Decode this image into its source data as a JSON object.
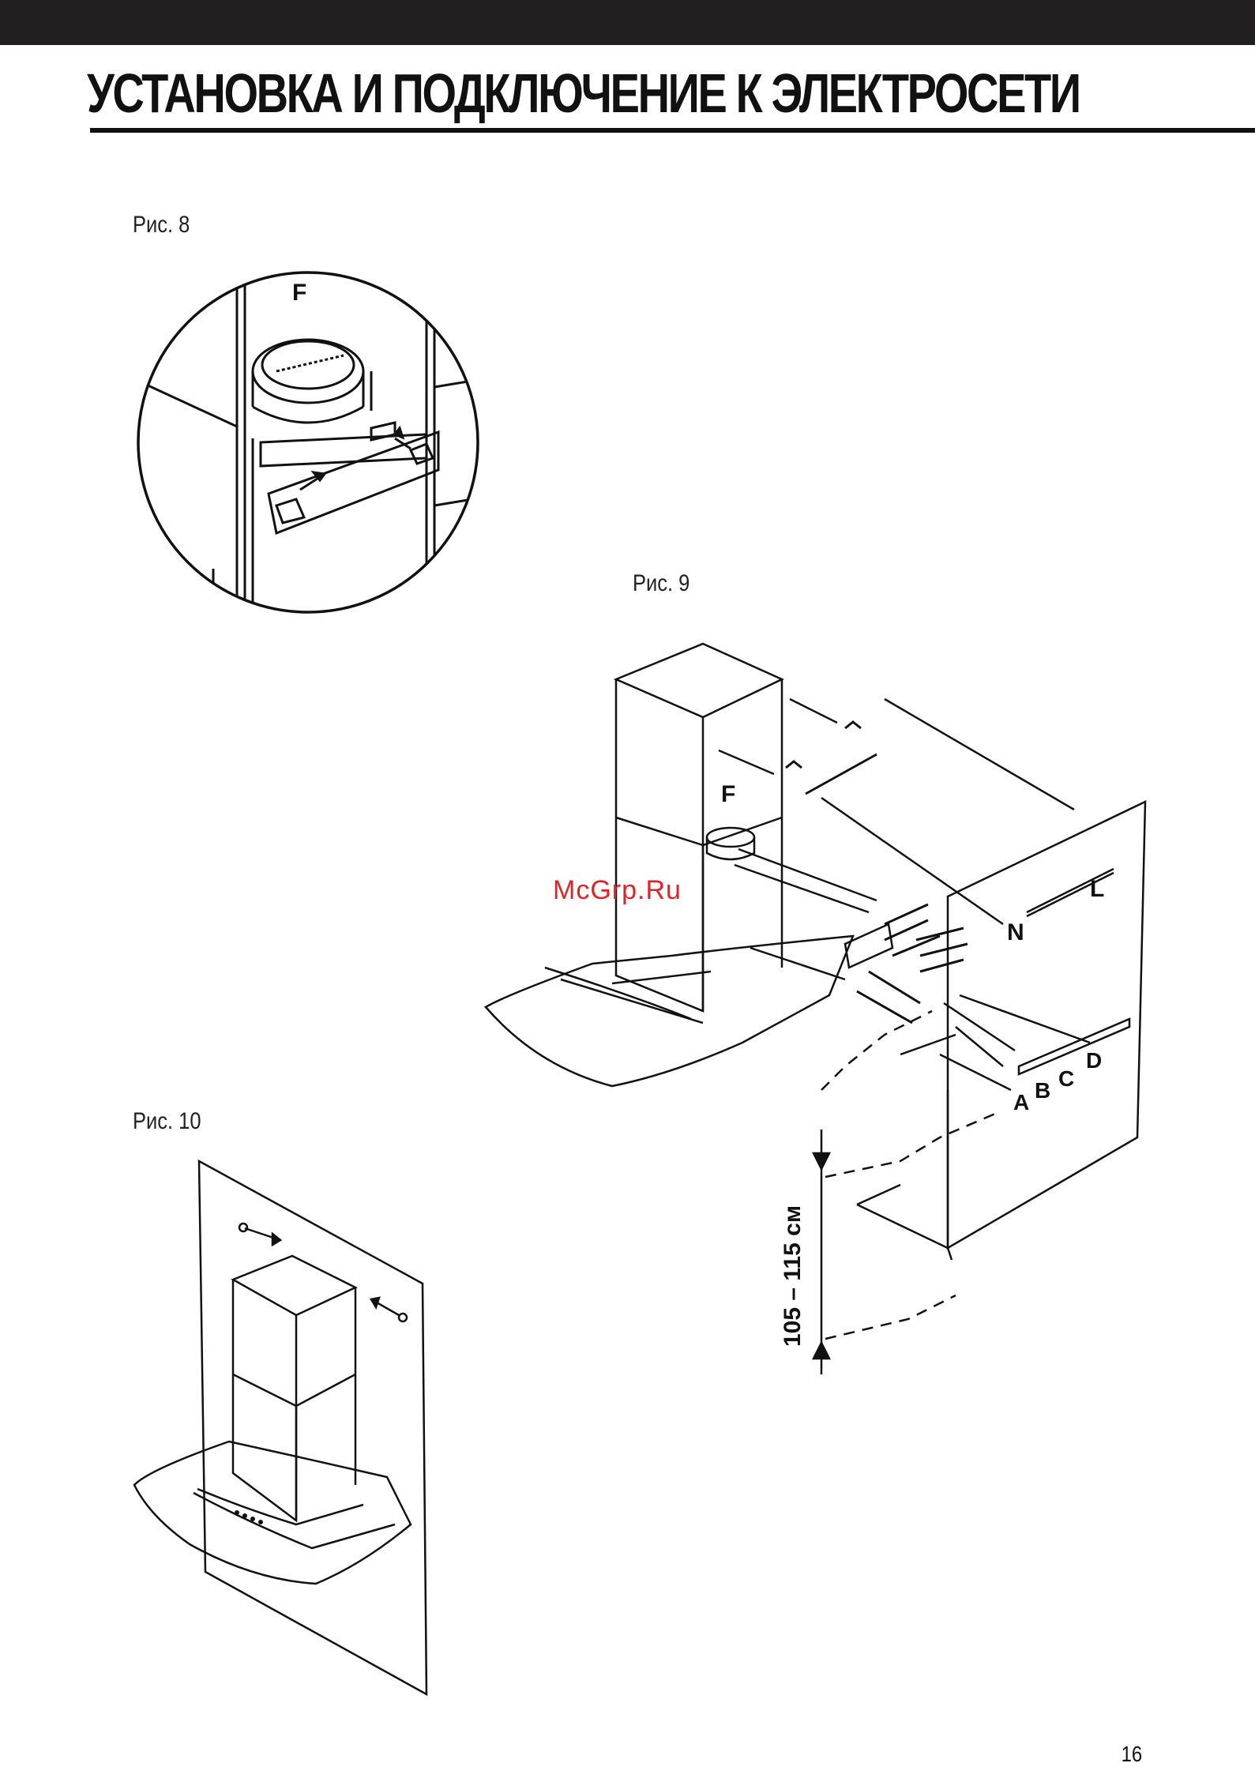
{
  "header": {
    "title": "УСТАНОВКА И ПОДКЛЮЧЕНИЕ К ЭЛЕКТРОСЕТИ"
  },
  "figures": {
    "fig8": {
      "caption": "Рис. 8",
      "labels": {
        "F": "F"
      }
    },
    "fig9": {
      "caption": "Рис. 9",
      "labels": {
        "F": "F",
        "L": "L",
        "N": "N",
        "A": "A",
        "B": "B",
        "C": "C",
        "D": "D"
      },
      "dimension": "105 – 115 см"
    },
    "fig10": {
      "caption": "Рис. 10"
    }
  },
  "watermark": "McGrp.Ru",
  "page_number": "16"
}
